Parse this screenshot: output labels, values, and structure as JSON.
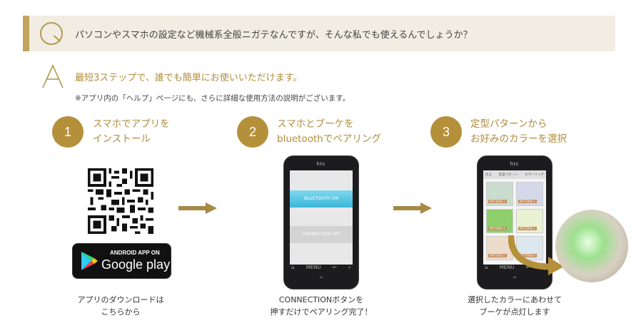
{
  "faq": {
    "q_mark": "Q",
    "question": "パソコンやスマホの設定など機械系全般ニガテなんですが、そんな私でも使えるんでしょうか？",
    "a_mark": "A",
    "answer": "最短3ステップで、誰でも簡単にお使いいただけます。",
    "note": "※アプリ内の「ヘルプ」ページにも、さらに詳細な使用方法の説明がございます。"
  },
  "steps": [
    {
      "number": "1",
      "title_line1": "スマホでアプリを",
      "title_line2": "インストール",
      "caption_line1": "アプリのダウンロードは",
      "caption_line2": "こちらから"
    },
    {
      "number": "2",
      "title_line1": "スマホとブーケを",
      "title_line2": "bluetoothでペアリング",
      "caption_line1": "CONNECTIONボタンを",
      "caption_line2": "押すだけでペアリング完了！"
    },
    {
      "number": "3",
      "title_line1": "定型パターンから",
      "title_line2": "お好みのカラーを選択",
      "caption_line1": "選択したカラーにあわせて",
      "caption_line2": "ブーケが点灯します"
    }
  ],
  "badge": {
    "small": "ANDROID APP ON",
    "big": "Google play"
  },
  "phone2": {
    "brand": "htc",
    "bluetooth_label": "BLUETOOTH   ON",
    "connection_label": "CONNECTION   OFF",
    "key_left": "MENU",
    "logo": "≈"
  },
  "phone3": {
    "brand": "htc",
    "tab_left": "戻る",
    "tab_mid": "定型パターン",
    "tab_right": "カラーリング",
    "pattern_labels": [
      "PATTERN 1",
      "PATTERN 2",
      "PATTERN 3",
      "PATTERN 4",
      "PATTERN 5",
      "PATTERN 6"
    ],
    "key_left": "MENU",
    "logo": "≈"
  },
  "colors": {
    "gold": "#b5903a",
    "gold_text": "#b08c3a",
    "q_bg": "#f1ede3",
    "bluetooth": "#3ab7d8"
  }
}
